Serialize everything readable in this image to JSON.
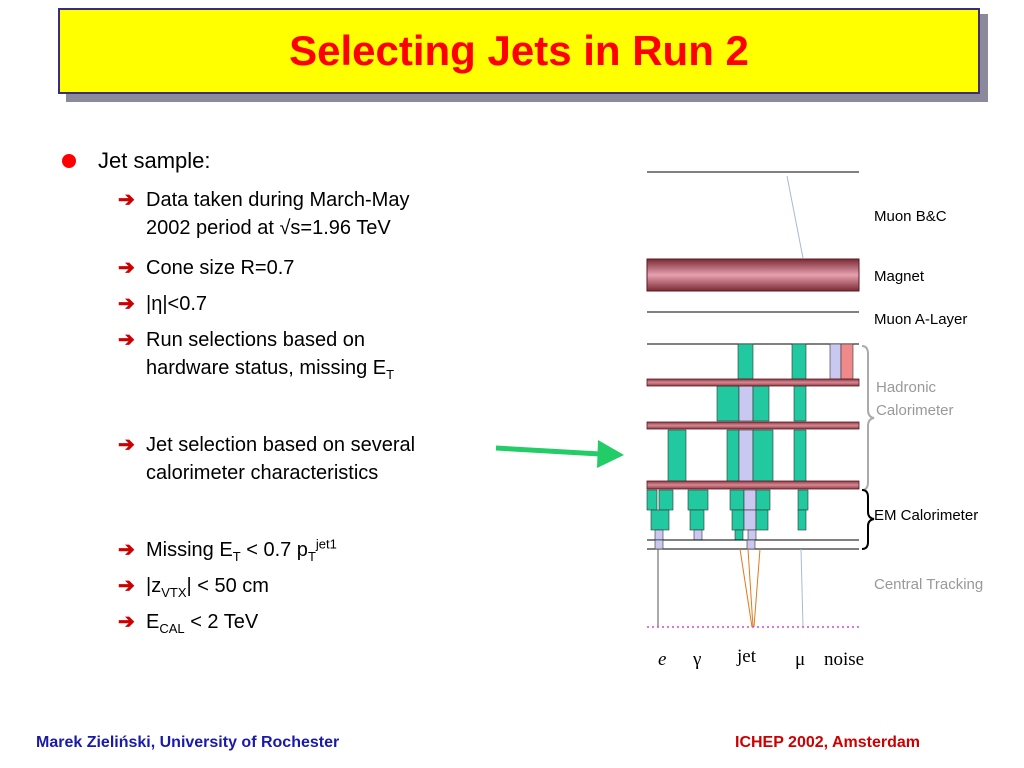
{
  "title": "Selecting Jets in Run 2",
  "bullet": "Jet sample:",
  "items": {
    "data_taken_l1": "Data taken during March-May",
    "data_taken_l2": "2002 period at √s=1.96 TeV",
    "cone": "Cone size R=0.7",
    "eta": "|η|<0.7",
    "run_sel_l1": "Run selections based on",
    "run_sel_l2_pre": "hardware status, missing E",
    "run_sel_l2_sub": "T",
    "jet_sel_l1": "Jet selection based on several",
    "jet_sel_l2": "calorimeter characteristics",
    "met_pre": "Missing E",
    "met_sub": "T",
    "met_mid": " < 0.7 p",
    "met_sub2": "T",
    "met_sup": "jet1",
    "zvtx_pre": "|z",
    "zvtx_sub": "VTX",
    "zvtx_post": "| < 50 cm",
    "ecal_pre": "E",
    "ecal_sub": "CAL",
    "ecal_post": " < 2 TeV"
  },
  "diagram": {
    "labels": {
      "muon_bc": "Muon B&C",
      "magnet": "Magnet",
      "muon_a": "Muon A-Layer",
      "hadronic_1": "Hadronic",
      "hadronic_2": "Calorimeter",
      "em_cal": "EM Calorimeter",
      "central_tracking": "Central Tracking"
    },
    "particles": [
      "e",
      "γ",
      "jet",
      "μ",
      "noise"
    ]
  },
  "footer": {
    "left": "Marek Zieliński, University of Rochester",
    "right": "ICHEP 2002, Amsterdam"
  },
  "colors": {
    "title_bg": "#ffff00",
    "title_text": "#ff0000",
    "bullet": "#ff0000",
    "arrow": "#cc0000",
    "footer_left": "#1a1aaa",
    "footer_right": "#cc0000",
    "tower": "#22c9a0",
    "pointer": "#22cc66"
  }
}
